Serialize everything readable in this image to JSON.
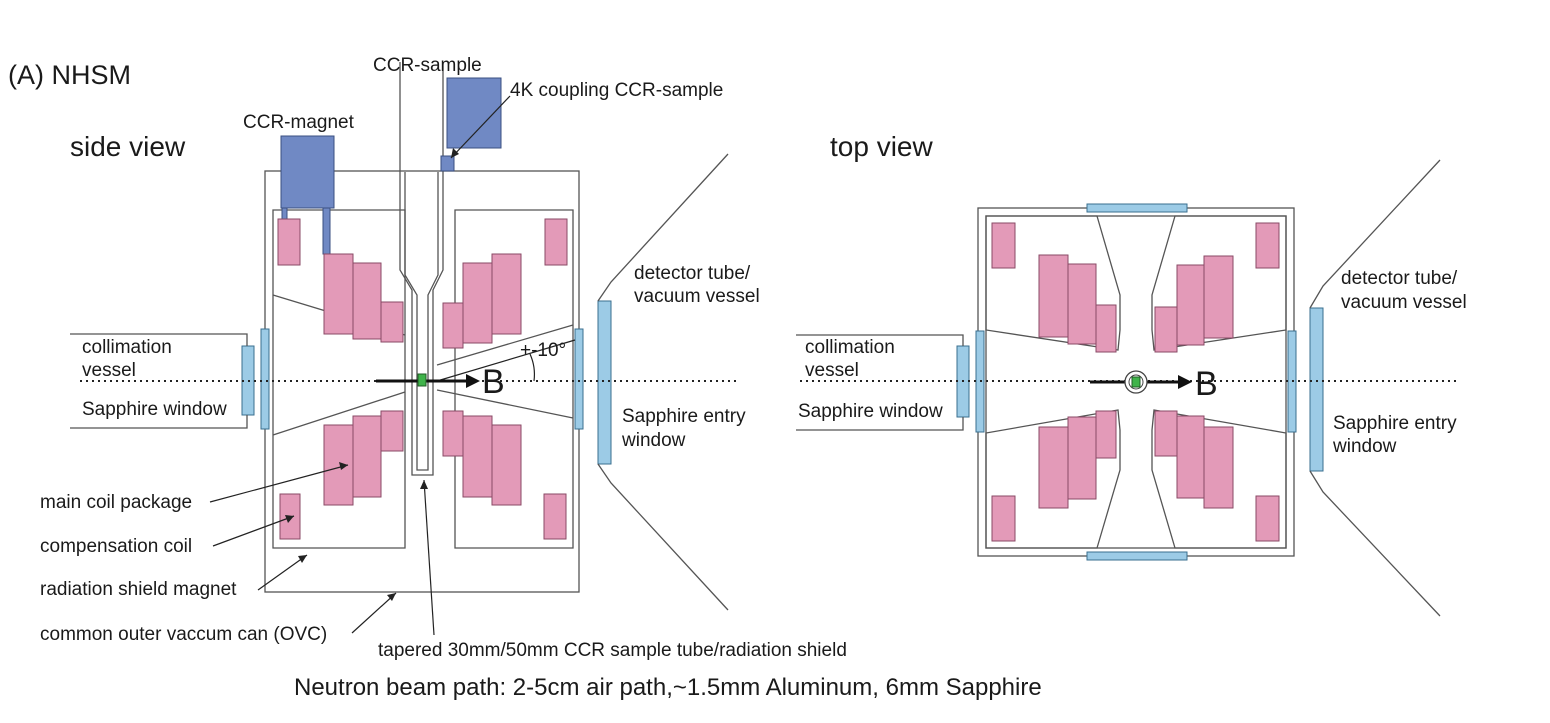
{
  "panel_label": "(A) NHSM",
  "side_view": {
    "title": "side view",
    "labels": {
      "ccr_sample": "CCR-sample",
      "coupling": "4K coupling CCR-sample",
      "ccr_magnet": "CCR-magnet",
      "detector_tube_1": "detector tube/",
      "detector_tube_2": "vacuum vessel",
      "collimation_1": "collimation",
      "collimation_2": "vessel",
      "sapphire_window": "Sapphire window",
      "sapphire_entry_1": "Sapphire entry",
      "sapphire_entry_2": "window",
      "angle": "+-10°",
      "field": "B",
      "main_coil": "main coil package",
      "compensation_coil": "compensation coil",
      "radiation_shield": "radiation shield magnet",
      "ovc": "common outer vaccum can (OVC)",
      "tapered_tube": "tapered 30mm/50mm CCR sample tube/radiation shield"
    }
  },
  "top_view": {
    "title": "top view",
    "labels": {
      "detector_tube_1": "detector tube/",
      "detector_tube_2": "vacuum vessel",
      "collimation_1": "collimation",
      "collimation_2": "vessel",
      "sapphire_window": "Sapphire window",
      "sapphire_entry_1": "Sapphire entry",
      "sapphire_entry_2": "window",
      "field": "B"
    }
  },
  "caption": "Neutron beam path: 2-5cm air path,~1.5mm Aluminum, 6mm Sapphire"
}
